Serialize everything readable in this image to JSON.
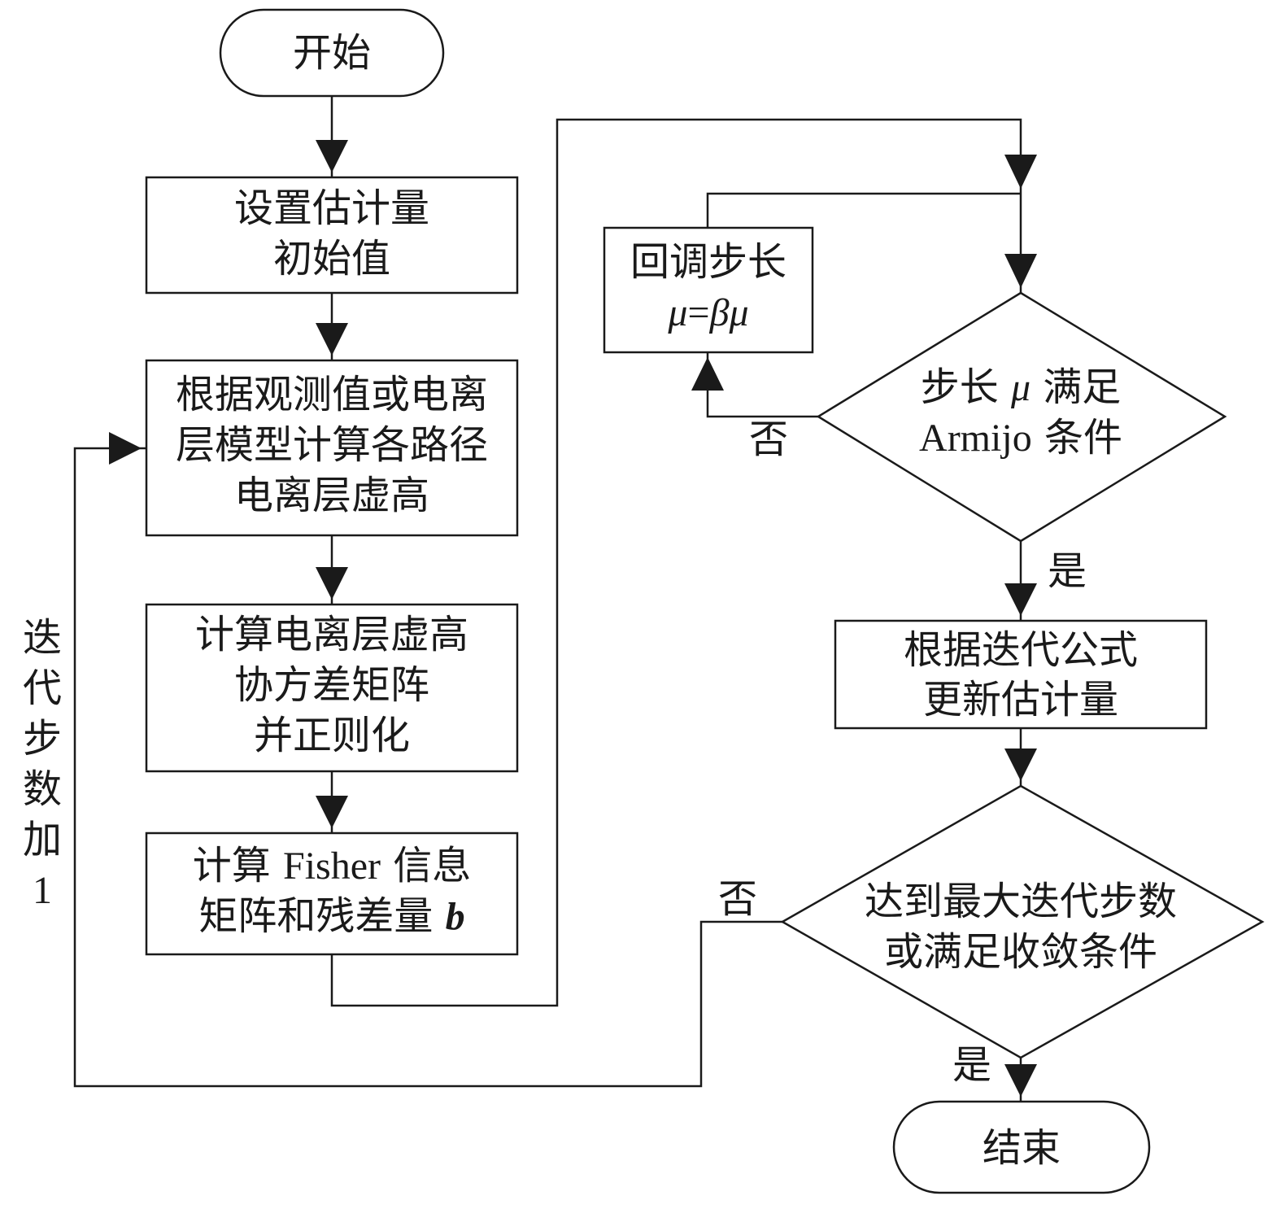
{
  "flowchart": {
    "start": "开始",
    "end": "结束",
    "step_init": [
      "设置估计量",
      "初始值"
    ],
    "step_height": [
      "根据观测值或电离",
      "层模型计算各路径",
      "电离层虚高"
    ],
    "step_cov": [
      "计算电离层虚高",
      "协方差矩阵",
      "并正则化"
    ],
    "step_fisher": {
      "line1_a": "计算 ",
      "line1_b": "Fisher",
      "line1_c": " 信息",
      "line2_a": "矩阵和残差量 ",
      "line2_b": "b"
    },
    "backtrack": {
      "line1": "回调步长",
      "mu1": "μ",
      "eq": "=",
      "beta": "β",
      "mu2": "μ"
    },
    "decision_armijo": {
      "line1_a": "步长 ",
      "line1_b": "μ",
      "line1_c": " 满足",
      "line2_a": "Armijo",
      "line2_b": " 条件"
    },
    "step_update": [
      "根据迭代公式",
      "更新估计量"
    ],
    "decision_converge": [
      "达到最大迭代步数",
      "或满足收敛条件"
    ],
    "loop_label": [
      "迭",
      "代",
      "步",
      "数",
      "加",
      "1"
    ],
    "label_no_armijo": "否",
    "label_yes_armijo": "是",
    "label_no_converge": "否",
    "label_yes_converge": "是"
  }
}
